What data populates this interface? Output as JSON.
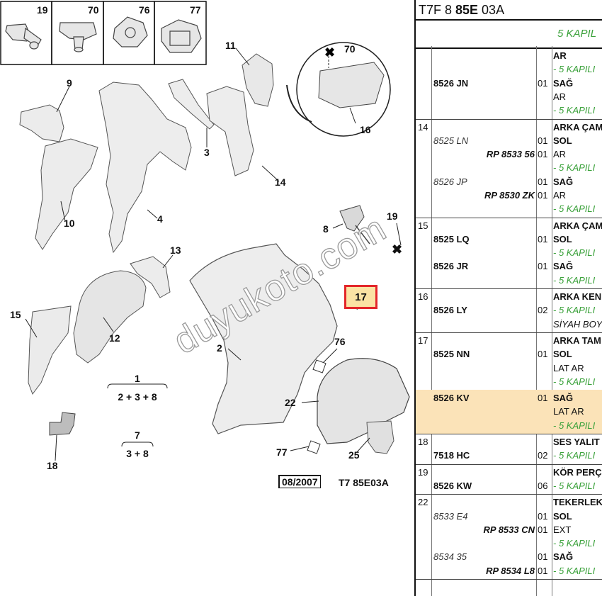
{
  "thumbnails": [
    {
      "num": "19",
      "icon": "clip-icon"
    },
    {
      "num": "70",
      "icon": "push-rivet-icon"
    },
    {
      "num": "76",
      "icon": "grommet-clip-icon"
    },
    {
      "num": "77",
      "icon": "fastener-clip-icon"
    }
  ],
  "callouts": {
    "c9": "9",
    "c10": "10",
    "c3": "3",
    "c4": "4",
    "c11": "11",
    "c14": "14",
    "c70": "70",
    "c16": "16",
    "c8": "8",
    "c19": "19",
    "c13": "13",
    "c12": "12",
    "c15": "15",
    "c2": "2",
    "c17": "17",
    "c76": "76",
    "c22": "22",
    "c77": "77",
    "c25": "25",
    "c18": "18",
    "c1": "1",
    "c7": "7"
  },
  "formulas": {
    "f1": "2 + 3 + 8",
    "f7": "3 + 8"
  },
  "stamp": {
    "date": "08/2007",
    "code": "T7 85E03A"
  },
  "watermark": "duyukoto.com",
  "panel": {
    "title_prefix": "T7F 8 ",
    "title_bold": "85E",
    "title_suffix": " 03A",
    "sub_header": "5 KAPIL",
    "rows": [
      {
        "grp": "",
        "lines": [
          {
            "ref": "",
            "qty": "",
            "desc": "AR"
          },
          {
            "ref": "",
            "qty": "",
            "desc": "- 5 KAPILI"
          },
          {
            "ref": "8526 JN",
            "qty": "01",
            "desc": "SAĞ"
          },
          {
            "ref": "",
            "qty": "",
            "desc": "AR"
          },
          {
            "ref": "",
            "qty": "",
            "desc": "- 5 KAPILI"
          }
        ]
      },
      {
        "grp": "14",
        "lines": [
          {
            "ref": "",
            "qty": "",
            "desc": "ARKA ÇAM"
          },
          {
            "ref": "8525 LN",
            "qty": "01",
            "desc": "SOL"
          },
          {
            "ref": "RP 8533 56",
            "qty": "01",
            "desc": "AR"
          },
          {
            "ref": "",
            "qty": "",
            "desc": "- 5 KAPILI"
          },
          {
            "ref": "8526 JP",
            "qty": "01",
            "desc": "SAĞ"
          },
          {
            "ref": "RP 8530 ZK",
            "qty": "01",
            "desc": "AR"
          },
          {
            "ref": "",
            "qty": "",
            "desc": "- 5 KAPILI"
          }
        ]
      },
      {
        "grp": "15",
        "lines": [
          {
            "ref": "",
            "qty": "",
            "desc": "ARKA ÇAM"
          },
          {
            "ref": "8525 LQ",
            "qty": "01",
            "desc": "SOL"
          },
          {
            "ref": "",
            "qty": "",
            "desc": "- 5 KAPILI"
          },
          {
            "ref": "8526 JR",
            "qty": "01",
            "desc": "SAĞ"
          },
          {
            "ref": "",
            "qty": "",
            "desc": "- 5 KAPILI"
          }
        ]
      },
      {
        "grp": "16",
        "lines": [
          {
            "ref": "",
            "qty": "",
            "desc": "ARKA KEN"
          },
          {
            "ref": "8526 LY",
            "qty": "02",
            "desc": "- 5 KAPILI"
          },
          {
            "ref": "",
            "qty": "",
            "desc": "SİYAH BOY"
          }
        ]
      },
      {
        "grp": "17",
        "lines": [
          {
            "ref": "",
            "qty": "",
            "desc": "ARKA TAM"
          },
          {
            "ref": "8525 NN",
            "qty": "01",
            "desc": "SOL"
          },
          {
            "ref": "",
            "qty": "",
            "desc": "LAT AR"
          },
          {
            "ref": "",
            "qty": "",
            "desc": "- 5 KAPILI"
          }
        ]
      },
      {
        "grp": "",
        "highlight": true,
        "lines": [
          {
            "ref": "8526 KV",
            "qty": "01",
            "desc": "SAĞ"
          },
          {
            "ref": "",
            "qty": "",
            "desc": "LAT AR"
          },
          {
            "ref": "",
            "qty": "",
            "desc": "- 5 KAPILI"
          }
        ]
      },
      {
        "grp": "18",
        "lines": [
          {
            "ref": "",
            "qty": "",
            "desc": "SES YALIT"
          },
          {
            "ref": "7518 HC",
            "qty": "02",
            "desc": "- 5 KAPILI"
          }
        ]
      },
      {
        "grp": "19",
        "lines": [
          {
            "ref": "",
            "qty": "",
            "desc": "KÖR PERÇ"
          },
          {
            "ref": "8526 KW",
            "qty": "06",
            "desc": "- 5 KAPILI"
          }
        ]
      },
      {
        "grp": "22",
        "lines": [
          {
            "ref": "",
            "qty": "",
            "desc": "TEKERLEK"
          },
          {
            "ref": "8533 E4",
            "qty": "01",
            "desc": "SOL"
          },
          {
            "ref": "RP 8533 CN",
            "qty": "01",
            "desc": "EXT"
          },
          {
            "ref": "",
            "qty": "",
            "desc": "- 5 KAPILI"
          },
          {
            "ref": "8534 35",
            "qty": "01",
            "desc": "SAĞ"
          },
          {
            "ref": "RP 8534 L8",
            "qty": "01",
            "desc": "- 5 KAPILI"
          }
        ]
      }
    ]
  }
}
